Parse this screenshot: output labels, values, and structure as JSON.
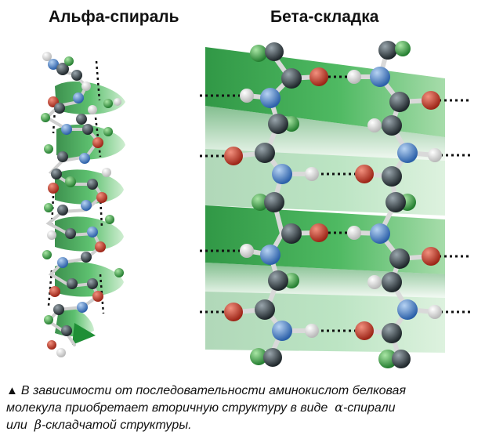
{
  "titles": {
    "alpha": "Альфа-спираль",
    "beta": "Бета-складка"
  },
  "caption": {
    "marker": "▲",
    "line1": "В зависимости от последовательности аминокислот белковая",
    "line2_start": "молекула приобретает вторичную структуру в виде",
    "alpha_symbol": "α",
    "line2_end": "-спирали",
    "line3_start": "или",
    "beta_symbol": "β",
    "line3_end": "-складчатой структуры."
  },
  "colors": {
    "ribbon_green": "#1f9a3a",
    "carbon": "#2f3a40",
    "nitrogen": "#3f7fc8",
    "oxygen": "#c0392b",
    "r_group": "#3cae4a",
    "hydrogen": "#f2f2f2",
    "hbond": "#111111"
  }
}
